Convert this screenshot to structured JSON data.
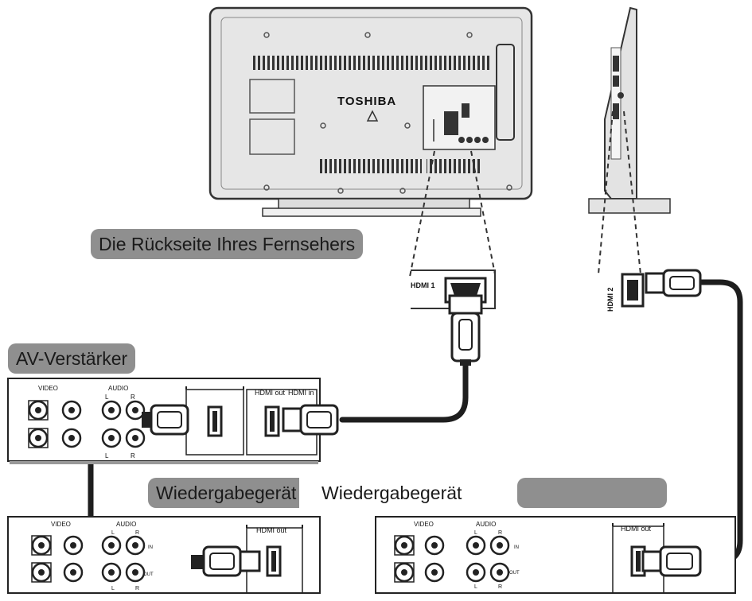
{
  "labels": {
    "tv_back": "Die Rückseite Ihres Fernsehers",
    "av_amp": "AV-Verstärker",
    "player_left": "Wiedergabegerät",
    "player_mid": "Wiedergabegerät"
  },
  "tv": {
    "brand": "TOSHIBA",
    "hdmi1": "HDMI 1",
    "hdmi2": "HDMI 2"
  },
  "devices": {
    "video": "VIDEO",
    "audio": "AUDIO",
    "l": "L",
    "r": "R",
    "in": "IN",
    "out": "OUT",
    "hdmi_out": "HDMI out",
    "hdmi_in": "HDMI in"
  },
  "colors": {
    "label_bg": "#8f8f8f",
    "cable": "#1e1e1e",
    "panel": "#e3e3e3",
    "line": "#222222"
  }
}
